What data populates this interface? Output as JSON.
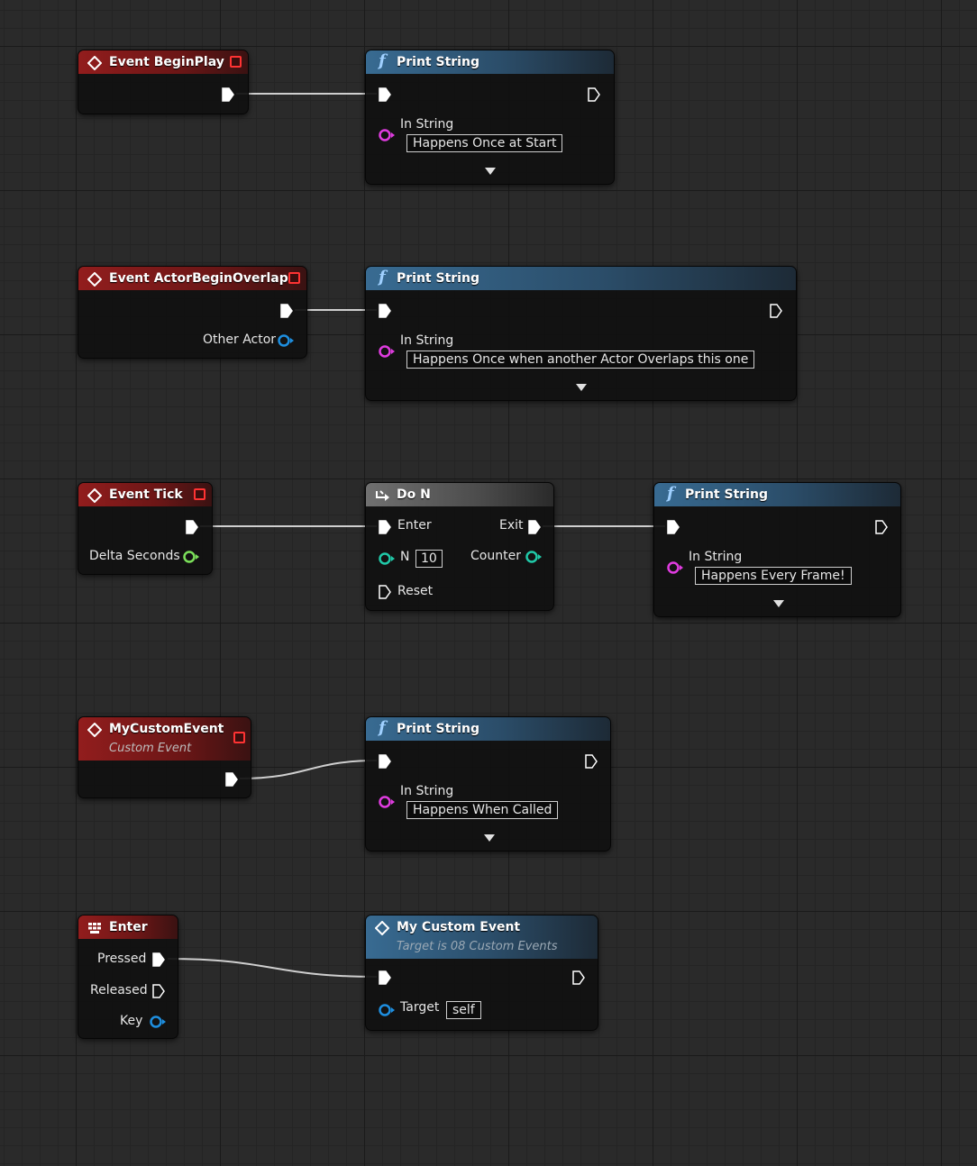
{
  "nodes": {
    "begin_play": {
      "title": "Event BeginPlay"
    },
    "print_1": {
      "title": "Print String",
      "in_string_label": "In String",
      "in_string_value": "Happens Once at Start"
    },
    "actor_overlap": {
      "title": "Event ActorBeginOverlap",
      "other_actor_label": "Other Actor"
    },
    "print_2": {
      "title": "Print String",
      "in_string_label": "In String",
      "in_string_value": "Happens Once when another Actor Overlaps this one"
    },
    "event_tick": {
      "title": "Event Tick",
      "delta_seconds_label": "Delta Seconds"
    },
    "do_n": {
      "title": "Do N",
      "enter_label": "Enter",
      "exit_label": "Exit",
      "n_label": "N",
      "n_value": "10",
      "counter_label": "Counter",
      "reset_label": "Reset"
    },
    "print_3": {
      "title": "Print String",
      "in_string_label": "In String",
      "in_string_value": "Happens Every Frame!"
    },
    "custom_event": {
      "title": "MyCustomEvent",
      "subtitle": "Custom Event"
    },
    "print_4": {
      "title": "Print String",
      "in_string_label": "In String",
      "in_string_value": "Happens When Called"
    },
    "enter_key": {
      "title": "Enter",
      "pressed_label": "Pressed",
      "released_label": "Released",
      "key_label": "Key"
    },
    "call_custom": {
      "title": "My Custom Event",
      "subtitle": "Target is 08 Custom Events",
      "target_label": "Target",
      "target_value": "self"
    }
  },
  "colors": {
    "event_header": "#921d1d",
    "function_header": "#386b92",
    "macro_header": "#707070",
    "string_pin": "#e03ce0",
    "float_pin": "#7be05a",
    "int_pin": "#20c9a8",
    "object_pin": "#1e8fe0",
    "delegate_pin": "#ff3333",
    "exec_pin": "#ffffff"
  }
}
